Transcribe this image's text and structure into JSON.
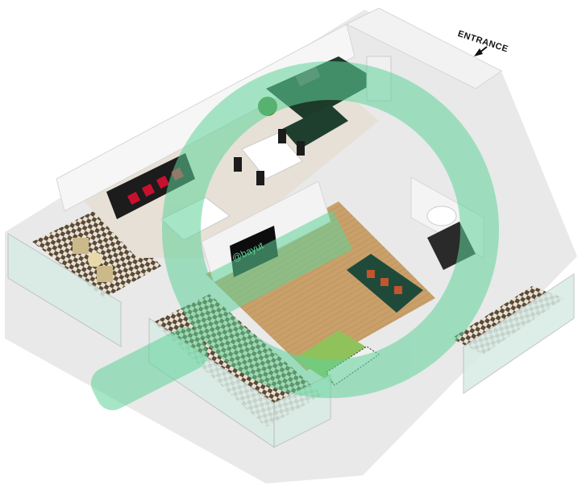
{
  "plan": {
    "entrance_label": "ENTRANCE",
    "tv_screen_text": "@bayut"
  },
  "colors": {
    "watermark": "#5fd39a",
    "wall": "#f4f4f4",
    "wall_shade": "#dcdcdc",
    "floor_wood": "#c9a06a",
    "sofa_black": "#1c1c1c",
    "cushion_red": "#c8102e",
    "bed_green": "#8fc25a",
    "kitchen_marble": "#1e3a2a",
    "glass": "#cfeadf"
  },
  "icons": {
    "entrance_arrow": "arrow-down-left-icon",
    "watermark": "bayut-logo-watermark"
  }
}
